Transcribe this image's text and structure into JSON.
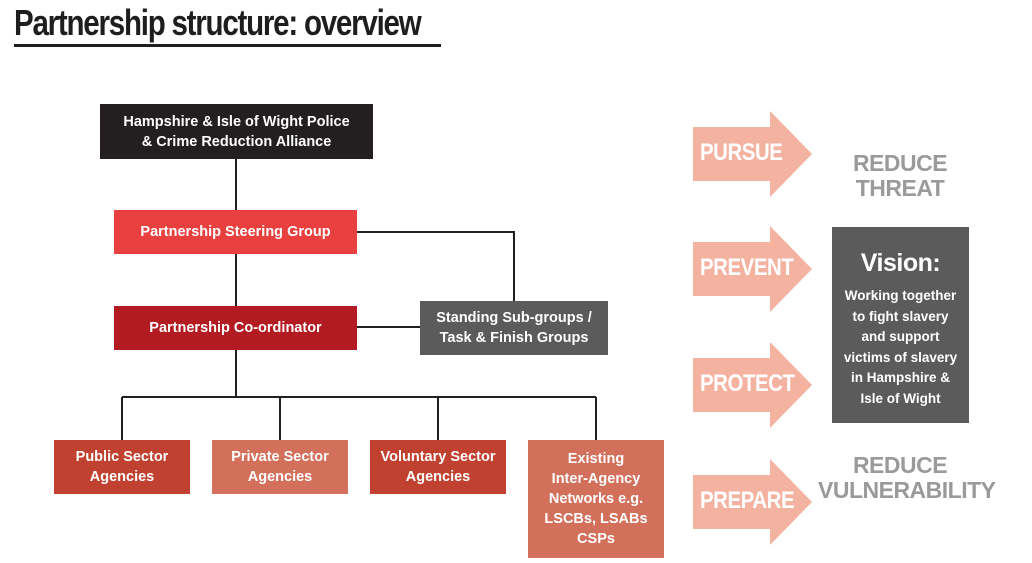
{
  "title": "Partnership structure: overview",
  "org": {
    "police": "Hampshire & Isle of Wight Police\n& Crime Reduction Alliance",
    "steering": "Partnership Steering Group",
    "coordinator": "Partnership Co-ordinator",
    "standing": "Standing Sub-groups /\nTask & Finish Groups",
    "public": "Public Sector\nAgencies",
    "private": "Private Sector\nAgencies",
    "voluntary": "Voluntary Sector\nAgencies",
    "existing": "Existing\nInter-Agency\nNetworks e.g.\nLSCBs, LSABs\nCSPs"
  },
  "arrows": [
    "PURSUE",
    "PREVENT",
    "PROTECT",
    "PREPARE"
  ],
  "outcomes": {
    "reduce_threat": "REDUCE\nTHREAT",
    "reduce_vulnerability": "REDUCE\nVULNERABILITY"
  },
  "vision": {
    "title": "Vision:",
    "text": "Working together\nto fight slavery\nand support\nvictims of slavery\nin Hampshire &\nIsle of Wight"
  },
  "colors": {
    "arrow": "#f4b3a1",
    "police": "#231f20",
    "steering": "#e8403f",
    "coordinator": "#b31b22",
    "grey_box": "#5b5b5c",
    "agency_dark": "#c0412f",
    "agency_light": "#d2705c",
    "outcome_text": "#9a9a9a"
  }
}
